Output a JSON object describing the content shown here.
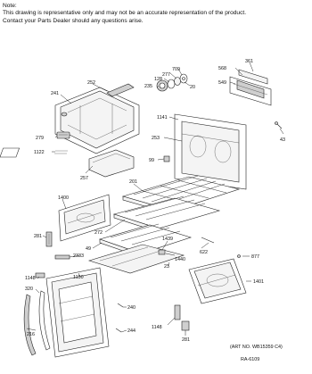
{
  "note": {
    "title": "Note:",
    "line1": "This drawing is representative only and may not be an accurate representation of the product.",
    "line2": "Contact your Parts Dealer should any questions arise."
  },
  "parts": [
    {
      "id": "oven-top-panel",
      "label": "241"
    },
    {
      "id": "oven-top-vent",
      "label": "252"
    },
    {
      "id": "knob-235",
      "label": "235"
    },
    {
      "id": "knob-128",
      "label": "128"
    },
    {
      "id": "knob-277",
      "label": "277"
    },
    {
      "id": "knob-709",
      "label": "709"
    },
    {
      "id": "knob-20",
      "label": "20"
    },
    {
      "id": "trim-361",
      "label": "361"
    },
    {
      "id": "trim-568",
      "label": "568"
    },
    {
      "id": "panel-549",
      "label": "549"
    },
    {
      "id": "screw-43",
      "label": "43"
    },
    {
      "id": "rear-panel-1141",
      "label": "1141"
    },
    {
      "id": "rear-panel-253",
      "label": "253"
    },
    {
      "id": "sensor-279",
      "label": "279"
    },
    {
      "id": "element-1122",
      "label": "1122"
    },
    {
      "id": "pan-257",
      "label": "257"
    },
    {
      "id": "clip-99",
      "label": "99"
    },
    {
      "id": "rack-201",
      "label": "201"
    },
    {
      "id": "side-panel-1400",
      "label": "1400"
    },
    {
      "id": "hinge-281-top",
      "label": "281"
    },
    {
      "id": "rack-272",
      "label": "272"
    },
    {
      "id": "rack-49",
      "label": "49"
    },
    {
      "id": "clip-1439",
      "label": "1439"
    },
    {
      "id": "glass-1440",
      "label": "1440"
    },
    {
      "id": "trim-622",
      "label": "622"
    },
    {
      "id": "strip-2333",
      "label": "2333"
    },
    {
      "id": "bracket-1148-left",
      "label": "1148"
    },
    {
      "id": "door-1150",
      "label": "1150"
    },
    {
      "id": "gasket-320",
      "label": "320"
    },
    {
      "id": "handle-216",
      "label": "216"
    },
    {
      "id": "screw-240",
      "label": "240"
    },
    {
      "id": "screw-244",
      "label": "244"
    },
    {
      "id": "bracket-1148-right",
      "label": "1148"
    },
    {
      "id": "screw-877",
      "label": "877"
    },
    {
      "id": "door-panel-1401",
      "label": "1401"
    },
    {
      "id": "hinge-281-bottom",
      "label": "281"
    },
    {
      "id": "clip-23",
      "label": "23"
    }
  ],
  "footer": {
    "art_no": "(ART NO. WB15359 C4)",
    "ref": "RA-6109"
  }
}
